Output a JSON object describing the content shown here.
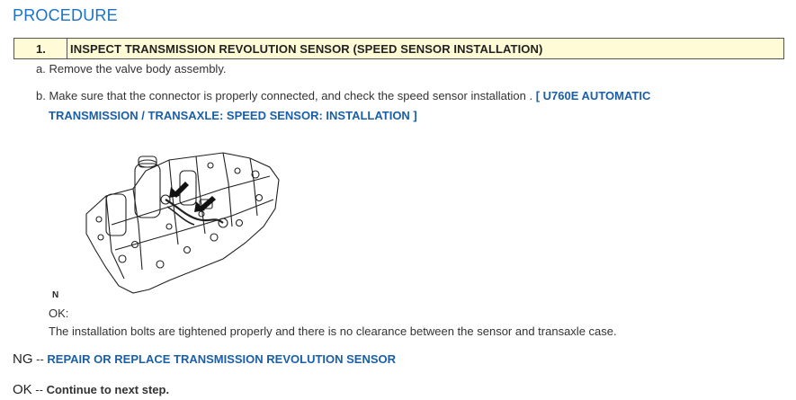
{
  "heading": "PROCEDURE",
  "step": {
    "number": "1.",
    "title": "INSPECT TRANSMISSION REVOLUTION SENSOR (SPEED SENSOR INSTALLATION)"
  },
  "sub_a": "a. Remove the valve body assembly.",
  "sub_b": {
    "text": "b. Make sure that the connector is properly connected, and check the speed sensor installation . ",
    "link_line1": "[ U760E AUTOMATIC",
    "link_line2": "TRANSMISSION / TRANSAXLE: SPEED SENSOR: INSTALLATION ]"
  },
  "figure": {
    "label": "N",
    "icon": "valve-body-illustration"
  },
  "ok": {
    "label": "OK:",
    "text": "The installation bolts are tightened properly and there is no clearance between the sensor and transaxle case."
  },
  "ng_row": {
    "prefix": "NG",
    "sep": " -- ",
    "link": "REPAIR OR REPLACE TRANSMISSION REVOLUTION SENSOR"
  },
  "ok_row": {
    "prefix": "OK",
    "sep": " -- ",
    "text": "Continue to next step."
  },
  "colors": {
    "heading": "#1a73c7",
    "link": "#1a5fa8",
    "step_bg": "#fffbd6"
  }
}
